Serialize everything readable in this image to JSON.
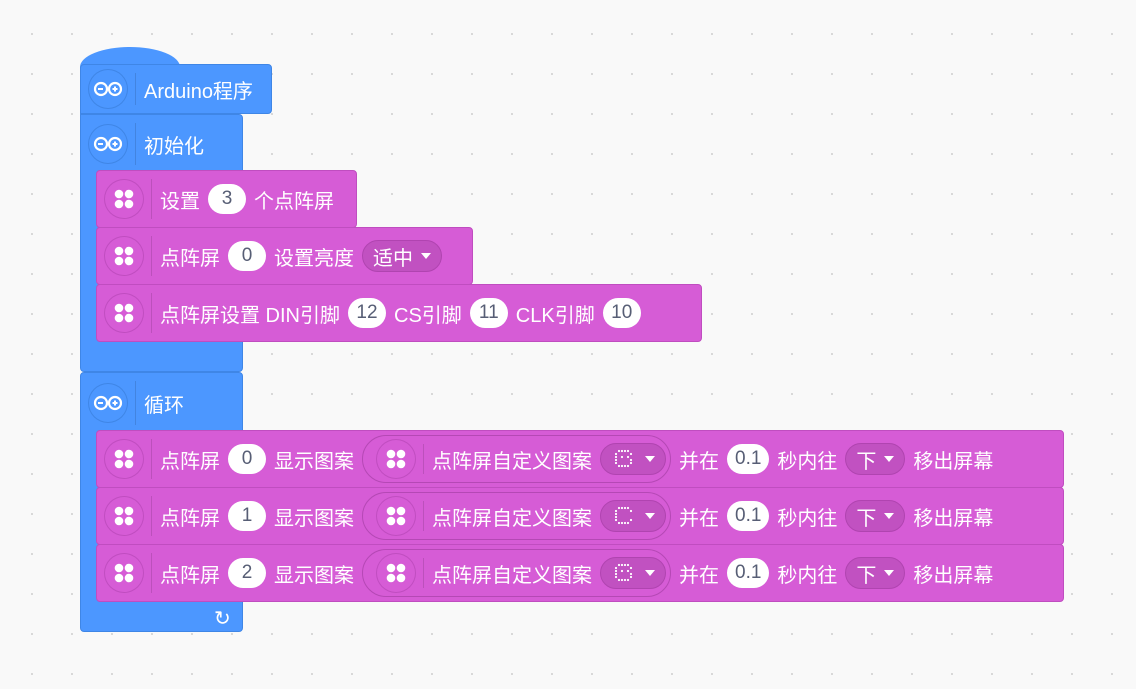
{
  "program": {
    "hat_label": "Arduino程序",
    "setup_label": "初始化",
    "loop_label": "循环",
    "loop_icon": "↻"
  },
  "setup_blocks": {
    "count_block": {
      "pre": "设置",
      "value": "3",
      "post": "个点阵屏"
    },
    "brightness_block": {
      "pre": "点阵屏",
      "index": "0",
      "mid": "设置亮度",
      "level": "适中"
    },
    "pins_block": {
      "pre": "点阵屏设置 DIN引脚",
      "din": "12",
      "cs_label": "CS引脚",
      "cs": "11",
      "clk_label": "CLK引脚",
      "clk": "10"
    }
  },
  "loop_blocks": [
    {
      "pre": "点阵屏",
      "index": "0",
      "show": "显示图案",
      "inner_label": "点阵屏自定义图案",
      "and": "并在",
      "time": "0.1",
      "sec": "秒内往",
      "dir": "下",
      "post": "移出屏幕"
    },
    {
      "pre": "点阵屏",
      "index": "1",
      "show": "显示图案",
      "inner_label": "点阵屏自定义图案",
      "and": "并在",
      "time": "0.1",
      "sec": "秒内往",
      "dir": "下",
      "post": "移出屏幕"
    },
    {
      "pre": "点阵屏",
      "index": "2",
      "show": "显示图案",
      "inner_label": "点阵屏自定义图案",
      "and": "并在",
      "time": "0.1",
      "sec": "秒内往",
      "dir": "下",
      "post": "移出屏幕"
    }
  ],
  "colors": {
    "control_blue": "#4c97ff",
    "matrix_pink": "#d65cd6",
    "dropdown_pink": "#c151c1"
  }
}
